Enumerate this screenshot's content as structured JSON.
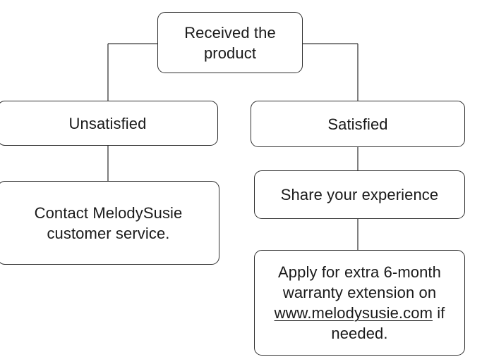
{
  "nodes": {
    "root": {
      "lines": [
        "Received the",
        "product"
      ]
    },
    "unsatisfied": {
      "label": "Unsatisfied"
    },
    "satisfied": {
      "label": "Satisfied"
    },
    "contact": {
      "lines": [
        "Contact MelodySusie",
        "customer service."
      ]
    },
    "share": {
      "label": "Share your experience"
    },
    "apply": {
      "line1": "Apply for extra 6-month",
      "line2": "warranty extension on",
      "link": "www.melodysusie.com",
      "after_link": " if",
      "line4": "needed."
    }
  },
  "edges": [
    {
      "from": "root",
      "to": "unsatisfied"
    },
    {
      "from": "root",
      "to": "satisfied"
    },
    {
      "from": "unsatisfied",
      "to": "contact"
    },
    {
      "from": "satisfied",
      "to": "share"
    },
    {
      "from": "share",
      "to": "apply"
    }
  ]
}
